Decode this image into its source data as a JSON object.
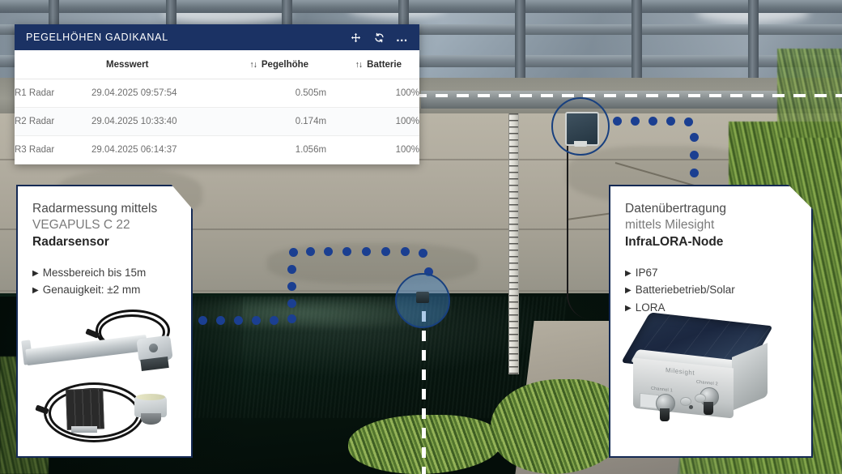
{
  "widget": {
    "title": "PEGELHÖHEN GADIKANAL",
    "actions": [
      {
        "name": "move-icon",
        "label": "Verschieben"
      },
      {
        "name": "refresh-icon",
        "label": "Aktualisieren"
      },
      {
        "name": "more-options-icon",
        "label": "…"
      }
    ],
    "table": {
      "columns": [
        {
          "key": "name",
          "label": "",
          "sortable": false
        },
        {
          "key": "messwert",
          "label": "Messwert",
          "sortable": false
        },
        {
          "key": "pegel",
          "label": "Pegelhöhe",
          "sortable": true
        },
        {
          "key": "batterie",
          "label": "Batterie",
          "sortable": true
        }
      ],
      "sort_glyph": "↑↓",
      "rows": [
        {
          "name": "R1 Radar",
          "messwert": "29.04.2025 09:57:54",
          "pegel": "0.505m",
          "batterie": "100%"
        },
        {
          "name": "R2 Radar",
          "messwert": "29.04.2025 10:33:40",
          "pegel": "0.174m",
          "batterie": "100%"
        },
        {
          "name": "R3 Radar",
          "messwert": "29.04.2025 06:14:37",
          "pegel": "1.056m",
          "batterie": "100%"
        }
      ]
    }
  },
  "card_left": {
    "line1": "Radarmessung mittels",
    "line2": "VEGAPULS C 22",
    "line3": "Radarsensor",
    "bullet_glyph": "▶",
    "features": [
      "Messbereich bis 15m",
      "Genauigkeit:  ±2 mm"
    ],
    "image_caption": "VEGAPULS C 22 Radarsensor mit Montagebügel, Kabel und Solarpanel"
  },
  "card_right": {
    "line1": "Datenübertragung",
    "line2": "mittels Milesight",
    "line3": "InfraLORA-Node",
    "bullet_glyph": "▶",
    "features": [
      "IP67",
      "Batteriebetrieb/Solar",
      "LORA"
    ],
    "image_caption": "Milesight InfraLORA-Node mit Solarpanel",
    "device_brand": "Milesight",
    "connector_labels": [
      "Channel 1",
      "Channel 2"
    ]
  },
  "annotations": {
    "marker_upper": {
      "name": "radar-node-highlight",
      "label": "InfraLORA-Node an Kanalwand"
    },
    "marker_lower": {
      "name": "radar-sensor-highlight",
      "label": "Radarsensor über Wasserspiegel"
    },
    "measure_line_label": "Pegelhöhe Messachse"
  },
  "colors": {
    "brand_navy": "#1b3264",
    "card_border": "#152a54",
    "dot_blue": "#1b3f91",
    "ring_blue": "#18407f",
    "link_blue": "#4a90d9",
    "ring_fill": "rgba(61,131,201,0.42)",
    "dash_white": "#ffffff"
  }
}
